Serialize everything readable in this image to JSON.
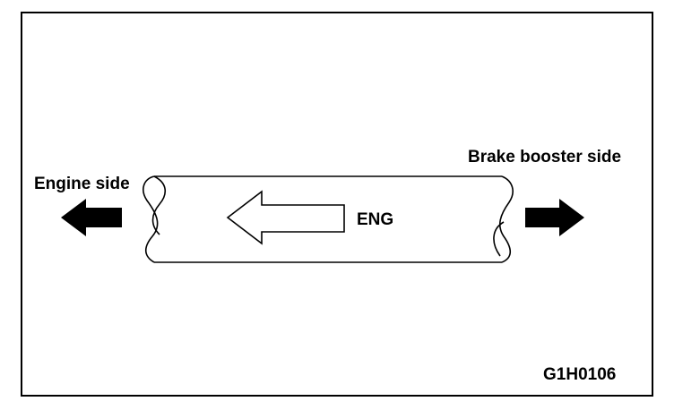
{
  "labels": {
    "engine_side": "Engine side",
    "brake_booster_side": "Brake booster side",
    "direction_mark": "ENG",
    "figure_code": "G1H0106"
  },
  "colors": {
    "ink": "#000000",
    "paper": "#ffffff"
  }
}
